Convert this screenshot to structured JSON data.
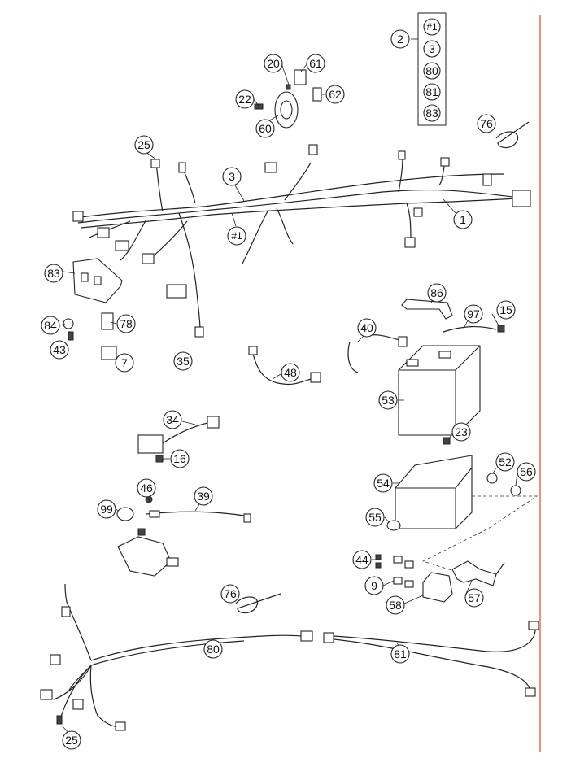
{
  "diagram": {
    "group_box": {
      "callout": "2",
      "items": [
        "#1",
        "3",
        "80",
        "81",
        "83"
      ]
    },
    "callouts": [
      {
        "id": "c20",
        "text": "20"
      },
      {
        "id": "c61",
        "text": "61"
      },
      {
        "id": "c22",
        "text": "22"
      },
      {
        "id": "c62",
        "text": "62"
      },
      {
        "id": "c60",
        "text": "60"
      },
      {
        "id": "c76a",
        "text": "76"
      },
      {
        "id": "c25a",
        "text": "25"
      },
      {
        "id": "c3",
        "text": "3"
      },
      {
        "id": "c1",
        "text": "1"
      },
      {
        "id": "c1hash",
        "text": "#1"
      },
      {
        "id": "c83",
        "text": "83"
      },
      {
        "id": "c84",
        "text": "84"
      },
      {
        "id": "c78",
        "text": "78"
      },
      {
        "id": "c43",
        "text": "43"
      },
      {
        "id": "c7",
        "text": "7"
      },
      {
        "id": "c35",
        "text": "35"
      },
      {
        "id": "c86",
        "text": "86"
      },
      {
        "id": "c97",
        "text": "97"
      },
      {
        "id": "c15",
        "text": "15"
      },
      {
        "id": "c40",
        "text": "40"
      },
      {
        "id": "c48",
        "text": "48"
      },
      {
        "id": "c53",
        "text": "53"
      },
      {
        "id": "c34",
        "text": "34"
      },
      {
        "id": "c16",
        "text": "16"
      },
      {
        "id": "c23",
        "text": "23"
      },
      {
        "id": "c52",
        "text": "52"
      },
      {
        "id": "c56",
        "text": "56"
      },
      {
        "id": "c54",
        "text": "54"
      },
      {
        "id": "c46",
        "text": "46"
      },
      {
        "id": "c39",
        "text": "39"
      },
      {
        "id": "c99",
        "text": "99"
      },
      {
        "id": "c55",
        "text": "55"
      },
      {
        "id": "c44",
        "text": "44"
      },
      {
        "id": "c9",
        "text": "9"
      },
      {
        "id": "c76b",
        "text": "76"
      },
      {
        "id": "c58",
        "text": "58"
      },
      {
        "id": "c57",
        "text": "57"
      },
      {
        "id": "c80",
        "text": "80"
      },
      {
        "id": "c81",
        "text": "81"
      },
      {
        "id": "c25b",
        "text": "25"
      }
    ]
  }
}
